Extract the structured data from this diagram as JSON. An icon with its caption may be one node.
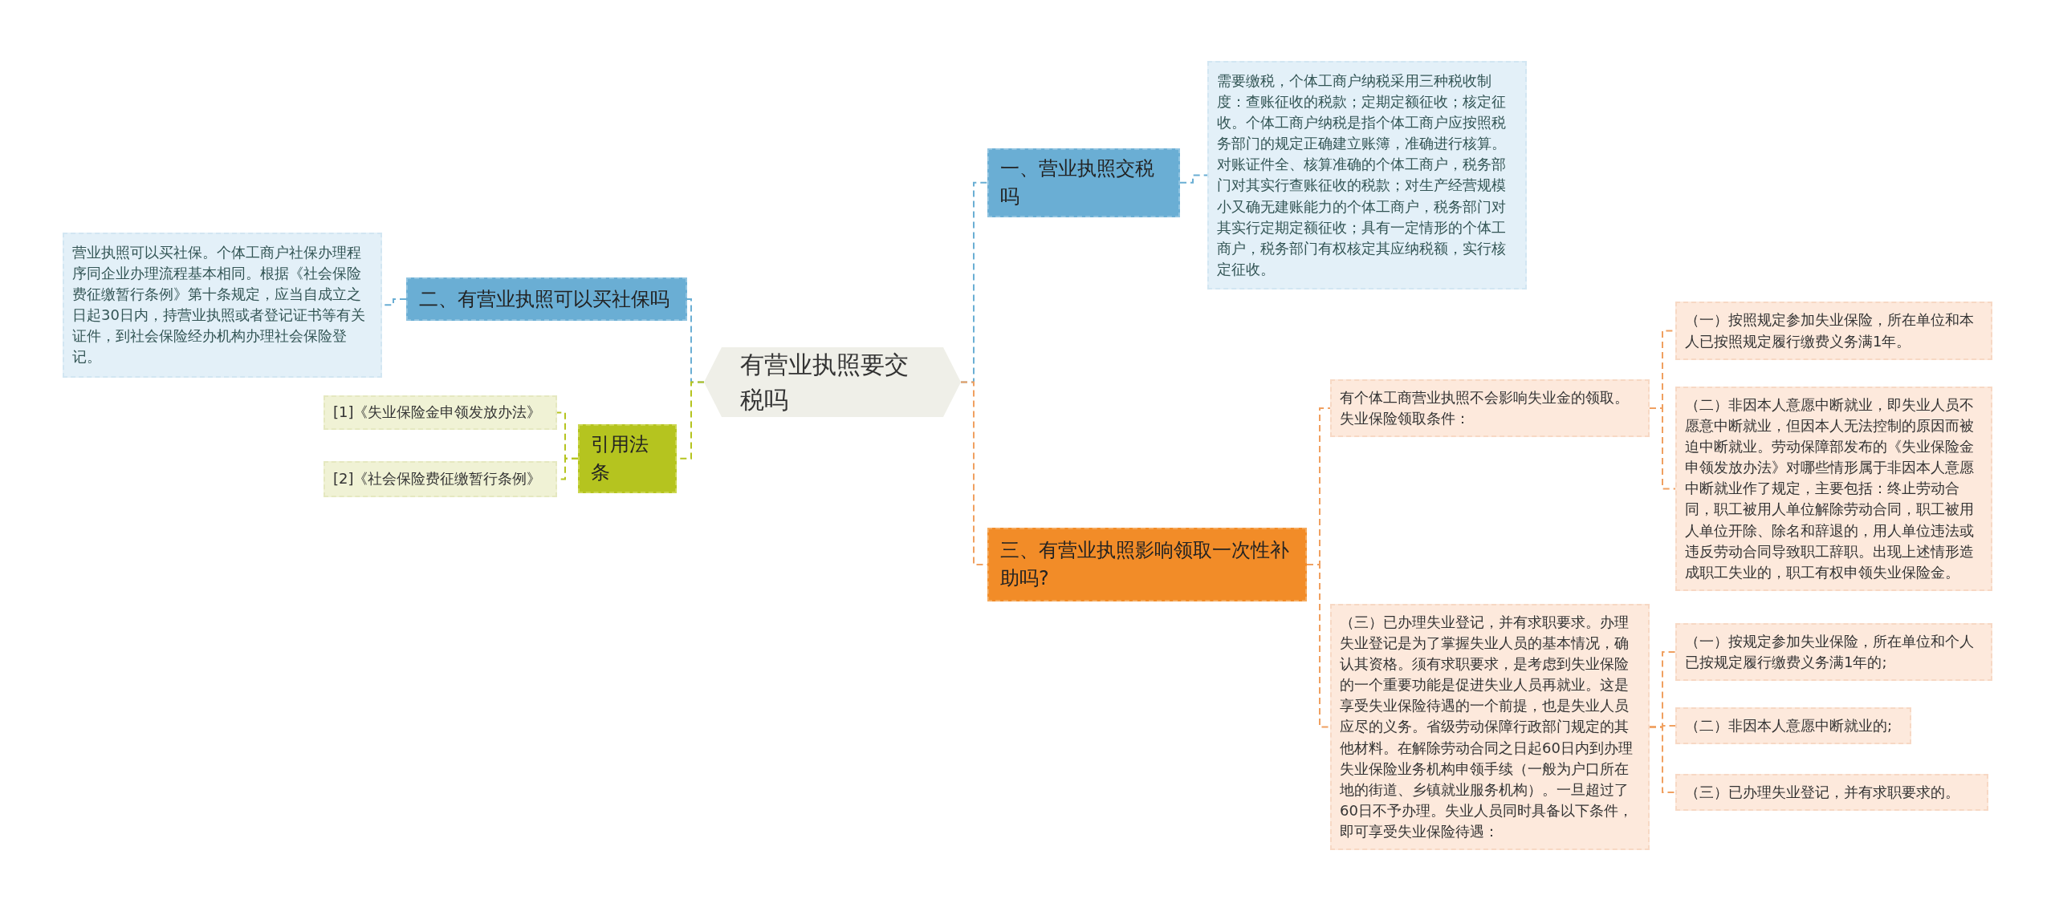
{
  "diagram": {
    "nodes": [
      {
        "text": [
          "有营业执照要交税吗"
        ]
      },
      {
        "text": [
          "一、营业执照交税吗"
        ]
      },
      {
        "text": [
          "需要缴税，个体工商户纳税采用三种税收制度：查账征收的税款；定期定额征收；核定征收。个体工商户纳税是指个体工商户应按照税务部门的规定正确建立账簿，准确进行核算。对账证件全、核算准确的个体工商户，税务部门对其实行查账征收的税款；对生产经营规模小又确无建账能力的个体工商户，税务部门对其实行定期定额征收；具有一定情形的个体工商户，税务部门有权核定其应纳税额，实行核定征收。"
        ]
      },
      {
        "text": [
          "二、有营业执照可以买社保吗"
        ]
      },
      {
        "text": [
          "营业执照可以买社保。个体工商户社保办理程序同企业办理流程基本相同。根据《社会保险费征缴暂行条例》第十条规定，应当自成立之日起30日内，持营业执照或者登记证书等有关证件，到社会保险经办机构办理社会保险登记。"
        ]
      },
      {
        "text": [
          "引用法条"
        ]
      },
      {
        "text": [
          "[1]《失业保险金申领发放办法》"
        ]
      },
      {
        "text": [
          "[2]《社会保险费征缴暂行条例》"
        ]
      },
      {
        "text": [
          "三、有营业执照影响领取一次性补助吗?"
        ]
      },
      {
        "text": [
          "有个体工商营业执照不会影响失业金的领取。失业保险领取条件："
        ]
      },
      {
        "text": [
          "（一）按照规定参加失业保险，所在单位和本人已按照规定履行缴费义务满1年。"
        ]
      },
      {
        "text": [
          "（二）非因本人意愿中断就业，即失业人员不愿意中断就业，但因本人无法控制的原因而被迫中断就业。劳动保障部发布的《失业保险金申领发放办法》对哪些情形属于非因本人意愿中断就业作了规定，主要包括：终止劳动合同，职工被用人单位解除劳动合同，职工被用人单位开除、除名和辞退的，用人单位违法或违反劳动合同导致职工辞职。出现上述情形造成职工失业的，职工有权申领失业保险金。"
        ]
      },
      {
        "text": [
          "（三）已办理失业登记，并有求职要求。办理失业登记是为了掌握失业人员的基本情况，确认其资格。须有求职要求，是考虑到失业保险的一个重要功能是促进失业人员再就业。这是享受失业保险待遇的一个前提，也是失业人员应尽的义务。省级劳动保障行政部门规定的其他材料。在解除劳动合同之日起60日内到办理失业保险业务机构申领手续（一般为户口所在地的街道、乡镇就业服务机构）。一旦超过了60日不予办理。失业人员同时具备以下条件，即可享受失业保险待遇："
        ]
      },
      {
        "text": [
          "（一）按规定参加失业保险，所在单位和个人已按规定履行缴费义务满1年的;"
        ]
      },
      {
        "text": [
          "（二）非因本人意愿中断就业的;"
        ]
      },
      {
        "text": [
          "（三）已办理失业登记，并有求职要求的。"
        ]
      }
    ],
    "edges": [
      {
        "from": 0,
        "to": 1,
        "arrow": "none",
        "style": "dashed",
        "color": "#6aaed4"
      },
      {
        "from": 1,
        "to": 2,
        "arrow": "none",
        "style": "dashed",
        "color": "#6aaed4"
      },
      {
        "from": 0,
        "to": 3,
        "arrow": "none",
        "style": "dashed",
        "color": "#6aaed4"
      },
      {
        "from": 3,
        "to": 4,
        "arrow": "none",
        "style": "dashed",
        "color": "#6aaed4"
      },
      {
        "from": 0,
        "to": 5,
        "arrow": "none",
        "style": "dashed",
        "color": "#b5c41f"
      },
      {
        "from": 5,
        "to": 6,
        "arrow": "none",
        "style": "dashed",
        "color": "#b5c41f"
      },
      {
        "from": 5,
        "to": 7,
        "arrow": "none",
        "style": "dashed",
        "color": "#b5c41f"
      },
      {
        "from": 0,
        "to": 8,
        "arrow": "none",
        "style": "dashed"
      },
      {
        "from": 8,
        "to": 9,
        "arrow": "none",
        "style": "dashed"
      },
      {
        "from": 9,
        "to": 10,
        "arrow": "none",
        "style": "dashed"
      },
      {
        "from": 9,
        "to": 11,
        "arrow": "none",
        "style": "dashed"
      },
      {
        "from": 8,
        "to": 12,
        "arrow": "none",
        "style": "dashed"
      },
      {
        "from": 12,
        "to": 13,
        "arrow": "none",
        "style": "dashed"
      },
      {
        "from": 12,
        "to": 14,
        "arrow": "none",
        "style": "dashed"
      },
      {
        "from": 12,
        "to": 15,
        "arrow": "none",
        "style": "dashed"
      }
    ]
  }
}
